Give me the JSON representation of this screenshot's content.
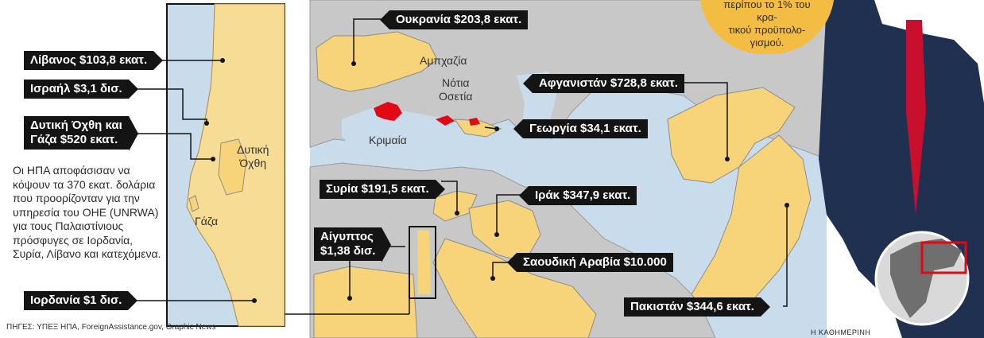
{
  "colors": {
    "sea": "#c9dcec",
    "land_gray": "#c8c8c8",
    "land_highlight": "#f7d37a",
    "inset_land": "#f6dc95",
    "region_red": "#e10a14",
    "tag_bg": "#141414",
    "callout": "#f3bd43"
  },
  "callout": {
    "text": "περίπου το 1% του κρα-\nτικού προϋπολο-\nγισμού."
  },
  "left_panel": {
    "labels": {
      "lebanon": "Λίβανος $103,8 εκατ.",
      "israel": "Ισραήλ $3,1 δισ.",
      "westbank_gaza": "Δυτική Όχθη και\nΓάζα $520 εκατ.",
      "jordan": "Ιορδανία $1 δισ."
    },
    "note": "Οι ΗΠΑ αποφάσισαν να κόψουν τα 370 εκατ. δολάρια που προορίζονταν για την υπηρεσία του ΟΗΕ (UNRWA) για τους Παλαιστίνιους πρόσφυγες σε Ιορδανία, Συρία, Λίβανο και κατεχόμενα.",
    "inset_labels": {
      "westbank": "Δυτική\nΌχθη",
      "gaza": "Γάζα"
    }
  },
  "map_labels": {
    "abkhazia": "Αμπχαζία",
    "south_ossetia": "Νότια\nΟσετία",
    "crimea": "Κριμαία"
  },
  "aid_tags": {
    "ukraine": "Ουκρανία $203,8 εκατ.",
    "afghanistan": "Αφγανιστάν $728,8 εκατ.",
    "georgia": "Γεωργία $34,1 εκατ.",
    "syria": "Συρία $191,5 εκατ.",
    "iraq": "Ιράκ $347,9 εκατ.",
    "egypt": "Αίγυπτος\n$1,38 δισ.",
    "saudi": "Σαουδική Αραβία $10.000",
    "pakistan": "Πακιστάν $344,6 εκατ."
  },
  "footer": {
    "source": "ΠΗΓΕΣ: ΥΠΕΞ ΗΠΑ, ForeignAssistance.gov, Graphic News",
    "credit": "Η ΚΑΘΗΜΕΡΙΝΗ"
  }
}
